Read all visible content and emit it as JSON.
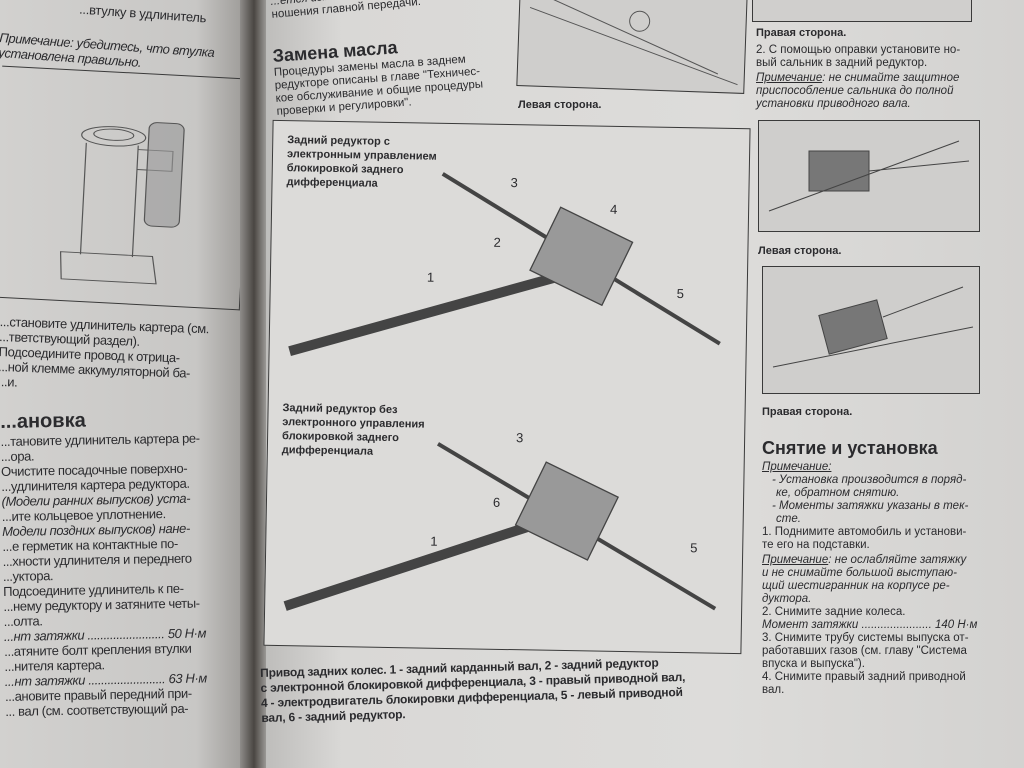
{
  "left_page": {
    "top_lines": [
      "...втулку в удлинитель",
      "Примечание: убедитесь, что втулка",
      "установлена правильно."
    ],
    "note_label": "Примечание",
    "after_fig": [
      "...становите удлинитель картера (см.",
      "...тветствующий раздел).",
      "Подсоедините провод к отрица-",
      "...ной клемме аккумуляторной ба-",
      "...и."
    ],
    "heading": "...ановка",
    "lines": [
      "...тановите удлинитель картера ре-",
      "...ора.",
      "Очистите посадочные поверхно-",
      "...удлинителя картера редуктора.",
      "(Модели ранних выпусков) уста-",
      "...ите кольцевое уплотнение.",
      "Модели поздних выпусков) нане-",
      "...е герметик на контактные по-",
      "...хности удлинителя и переднего",
      "...уктора.",
      "Подсоедините удлинитель к пе-",
      "...нему редуктору и затяните четы-",
      "...олта."
    ],
    "torque1_label": "...нт затяжки ........................",
    "torque1_value": "50 Н·м",
    "lines2": [
      "...атяните болт крепления втулки",
      "...нителя картера."
    ],
    "torque2_label": "...нт затяжки ........................",
    "torque2_value": "63 Н·м",
    "lines3": [
      "...ановите правый передний при-",
      "... вал (см. соответствующий ра-"
    ]
  },
  "middle": {
    "top_lines": [
      "...ется изме...",
      "ношения главной передачи."
    ],
    "heading": "Замена масла",
    "para": [
      "Процедуры замены масла в заднем",
      "редукторе описаны в главе \"Техничес-",
      "кое обслуживание и общие процедуры",
      "проверки и регулировки\"."
    ],
    "photo_caption": "Левая сторона.",
    "fig1_title": [
      "Задний редуктор с",
      "электронным управлением",
      "блокировкой заднего",
      "дифференциала"
    ],
    "fig2_title": [
      "Задний редуктор без",
      "электронного управления",
      "блокировкой заднего",
      "дифференциала"
    ],
    "callouts1": [
      "1",
      "2",
      "3",
      "4",
      "5"
    ],
    "callouts2": [
      "1",
      "3",
      "5",
      "6"
    ],
    "figure_caption": [
      "Привод задних колес. 1 - задний карданный вал, 2 - задний редуктор",
      "с электронной блокировкой дифференциала, 3 - правый приводной вал,",
      "4 - электродвигатель блокировки дифференциала, 5 - левый приводной",
      "вал, 6 - задний редуктор."
    ]
  },
  "right_col": {
    "caption_top": "Правая сторона.",
    "step2": [
      "2. С помощью оправки установите но-",
      "вый сальник в задний редуктор."
    ],
    "note1_label": "Примечание",
    "note1": [
      ": не снимайте защитное",
      "приспособление сальника до полной",
      "установки приводного вала."
    ],
    "caption_left": "Левая сторона.",
    "caption_right": "Правая сторона.",
    "heading": "Снятие и установка",
    "note2_label": "Примечание:",
    "note2": [
      "- Установка производится в поряд-",
      "ке, обратном снятию.",
      "- Моменты затяжки указаны в тек-",
      "сте."
    ],
    "step1": [
      "1. Поднимите автомобиль и установи-",
      "те его на подставки."
    ],
    "note3_label": "Примечание",
    "note3": [
      ": не ослабляйте затяжку",
      "и не снимайте большой выступаю-",
      "щий шестигранник на корпусе ре-",
      "дуктора."
    ],
    "step2b": "2. Снимите задние колеса.",
    "torque_label": "Момент затяжки ......................",
    "torque_value": "140 Н·м",
    "step3": [
      "3. Снимите трубу системы выпуска от-",
      "работавших газов (см. главу \"Система",
      "впуска и выпуска\")."
    ],
    "step4": [
      "4. Снимите правый задний приводной",
      "вал."
    ]
  }
}
